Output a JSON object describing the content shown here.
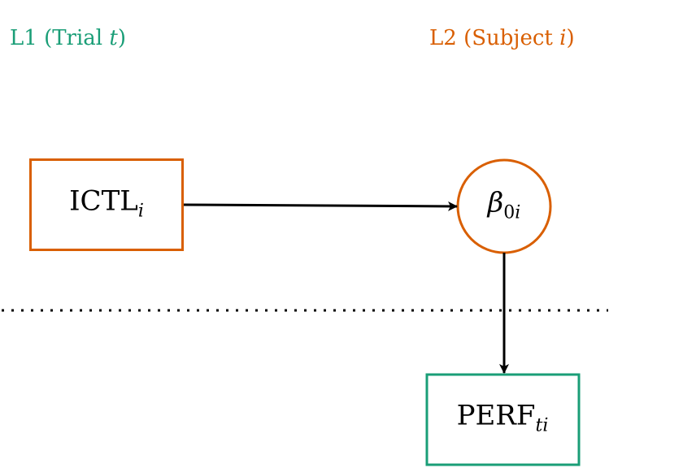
{
  "colors": {
    "level1": "#1a9e77",
    "level2": "#d95f02",
    "edge": "#000000",
    "separator": "#000000"
  },
  "levels": {
    "l1": {
      "prefix": "L1 (Trial ",
      "var": "t",
      "suffix": ")"
    },
    "l2": {
      "prefix": "L2 (Subject ",
      "var": "i",
      "suffix": ")"
    }
  },
  "nodes": {
    "ictl": {
      "base": "ICTL",
      "sub": "i",
      "shape": "rectangle",
      "level": "L2"
    },
    "beta": {
      "base": "β",
      "sub_num": "0",
      "sub": "i",
      "shape": "circle",
      "level": "L2"
    },
    "perf": {
      "base": "PERF",
      "sub": "ti",
      "shape": "rectangle",
      "level": "L1"
    }
  },
  "edges": [
    {
      "from": "ictl",
      "to": "beta"
    },
    {
      "from": "beta",
      "to": "perf"
    }
  ],
  "separator": {
    "style": "dotted",
    "between": [
      "L2",
      "L1"
    ]
  }
}
